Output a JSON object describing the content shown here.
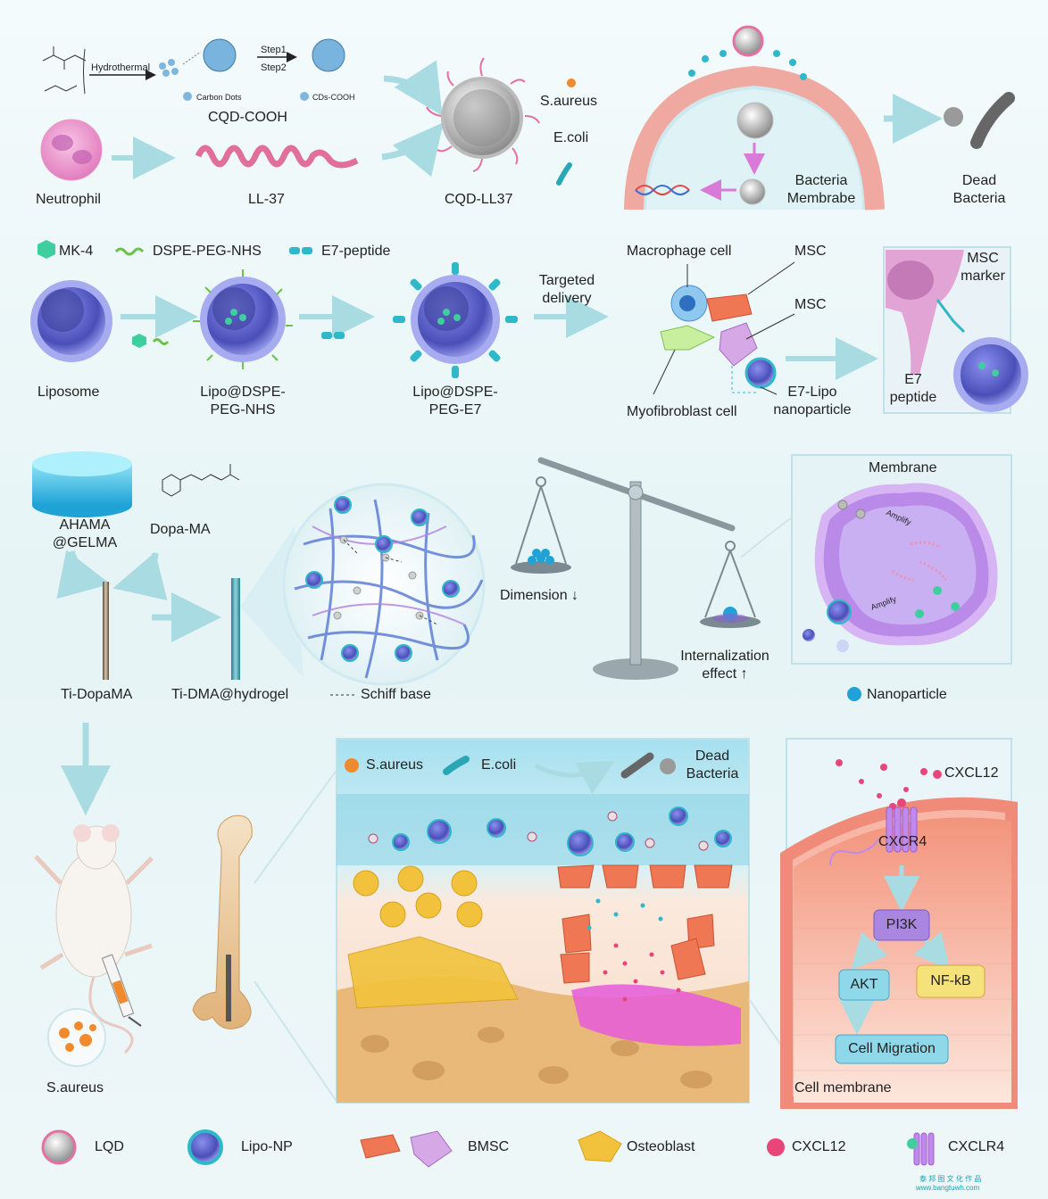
{
  "section1": {
    "hydrothermal": "Hydrothermal",
    "step1": "Step1",
    "step2": "Step2",
    "carbon_dots": "Carbon Dots",
    "cds_cooh": "CDs-COOH",
    "cqd_cooh": "CQD-COOH",
    "neutrophil": "Neutrophil",
    "ll37": "LL-37",
    "cqd_ll37": "CQD-LL37",
    "s_aureus": "S.aureus",
    "e_coli": "E.coli",
    "bacteria_membrane": [
      "Bacteria",
      "Membrabe"
    ],
    "dead_bacteria": [
      "Dead",
      "Bacteria"
    ]
  },
  "section2": {
    "legend": [
      "MK-4",
      "DSPE-PEG-NHS",
      "E7-peptide"
    ],
    "liposome": "Liposome",
    "lipo_nhs": [
      "Lipo@DSPE-",
      "PEG-NHS"
    ],
    "lipo_e7": [
      "Lipo@DSPE-",
      "PEG-E7"
    ],
    "targeted": [
      "Targeted",
      "delivery"
    ],
    "macrophage": "Macrophage cell",
    "msc": "MSC",
    "myofibroblast": "Myofibroblast cell",
    "e7_lipo": [
      "E7-Lipo",
      "nanoparticle"
    ],
    "msc_marker": [
      "MSC",
      "marker"
    ],
    "e7_peptide": [
      "E7",
      "peptide"
    ]
  },
  "section3": {
    "ahama": [
      "AHAMA",
      "@GELMA"
    ],
    "dopa_ma": "Dopa-MA",
    "ti_dopama": "Ti-DopaMA",
    "ti_dma_hydrogel": "Ti-DMA@hydrogel",
    "schiff_base": "Schiff base",
    "dimension": "Dimension ↓",
    "internalization": [
      "Internalization",
      "effect ↑"
    ],
    "membrane": "Membrane",
    "amplify": "Amplify",
    "nanoparticle": "Nanoparticle"
  },
  "section4": {
    "s_aureus": "S.aureus",
    "e_coli": "E.coli",
    "dead_bacteria": [
      "Dead",
      "Bacteria"
    ],
    "mouse_s_aureus": "S.aureus",
    "cxcl12": "CXCL12",
    "cxcr4": "CXCR4",
    "pi3k": "PI3K",
    "akt": "AKT",
    "nfkb": "NF-kB",
    "cell_migration": "Cell Migration",
    "cell_membrane": "Cell membrane"
  },
  "legend": [
    "LQD",
    "Lipo-NP",
    "BMSC",
    "Osteoblast",
    "CXCL12",
    "CXCLR4"
  ],
  "watermark": {
    "line1": "泰 邦 图 文 化 作 品",
    "line2": "www.bangtuwh.com"
  },
  "colors": {
    "arrow": "#a9dbe3",
    "membrane": "#f0a9a0",
    "panel_border": "#bfe1e8",
    "lipo": "#6d74d6",
    "peptide": "#2eb8c9",
    "cxcl12": "#e8457b",
    "s_aureus": "#f08a2c",
    "osteoblast": "#f2c23c",
    "bmsc": "#ef7754"
  }
}
